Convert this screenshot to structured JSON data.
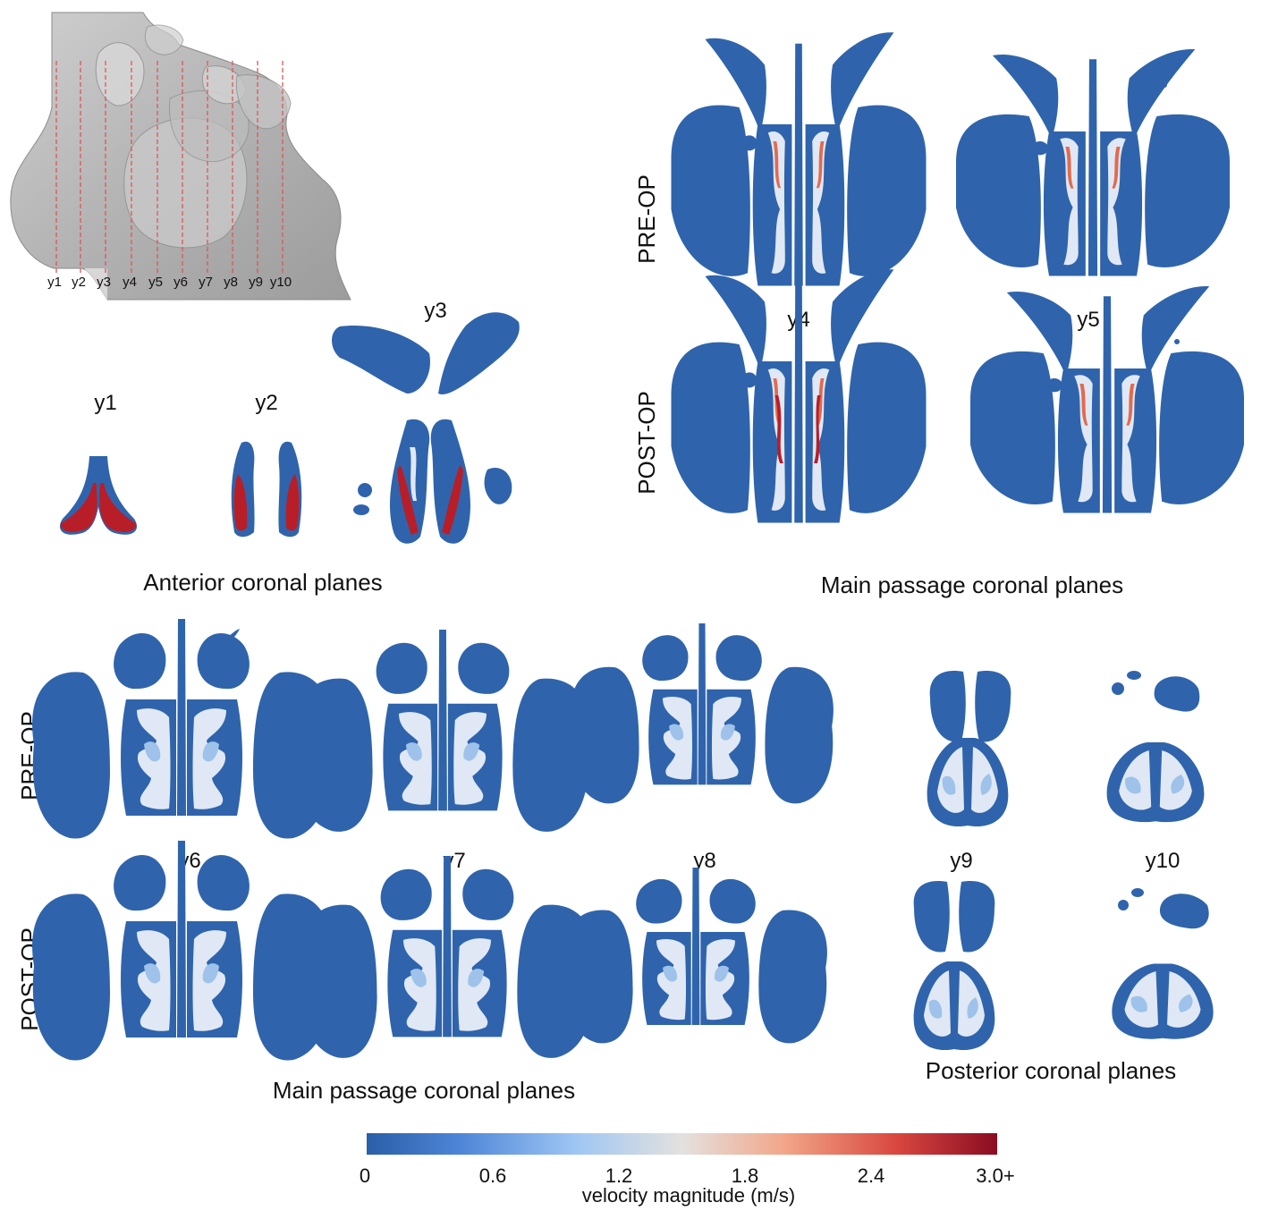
{
  "model_view": {
    "plane_ticks": [
      "y1",
      "y2",
      "y3",
      "y4",
      "y5",
      "y6",
      "y7",
      "y8",
      "y9",
      "y10"
    ]
  },
  "anterior": {
    "title": "Anterior coronal planes",
    "planes": [
      "y1",
      "y2",
      "y3"
    ]
  },
  "main_top": {
    "title": "Main passage coronal planes",
    "row_labels": [
      "PRE-OP",
      "POST-OP"
    ],
    "planes": [
      "y4",
      "y5"
    ]
  },
  "main_bottom": {
    "title": "Main passage coronal planes",
    "row_labels": [
      "PRE-OP",
      "POST-OP"
    ],
    "planes": [
      "y6",
      "y7",
      "y8"
    ]
  },
  "posterior": {
    "title": "Posterior coronal planes",
    "planes": [
      "y9",
      "y10"
    ]
  },
  "colorbar": {
    "title": "velocity magnitude (m/s)",
    "ticks": [
      "0",
      "0.6",
      "1.2",
      "1.8",
      "2.4",
      "3.0+"
    ],
    "tick_values": [
      0,
      0.6,
      1.2,
      1.8,
      2.4,
      3.0
    ],
    "range": [
      0,
      3.0
    ],
    "colors": [
      "#2a5ea8",
      "#5a8fe0",
      "#a9cdf5",
      "#e2e2e2",
      "#f2a88a",
      "#d9473f",
      "#8a0c22"
    ]
  }
}
